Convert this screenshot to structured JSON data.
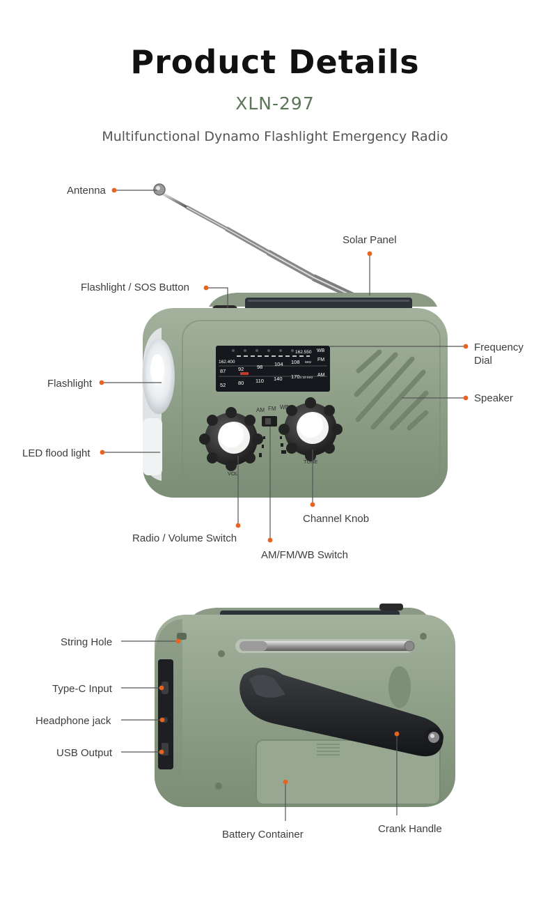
{
  "header": {
    "title": "Product Details",
    "model": "XLN-297",
    "subtitle": "Multifunctional Dynamo Flashlight Emergency Radio"
  },
  "colors": {
    "accent": "#e8641e",
    "body_green": "#8c9d86",
    "model_text": "#5a7657",
    "leader": "#555555"
  },
  "front_view": {
    "dial": {
      "row1": [
        "162.400",
        "162.550",
        "WB"
      ],
      "row2": [
        "87",
        "92",
        "98",
        "104",
        "108",
        "MHz",
        "FM"
      ],
      "row3": [
        "52",
        "80",
        "110",
        "140",
        "170",
        "x 10",
        "KHz",
        "AM"
      ]
    },
    "band_labels": [
      "AM",
      "FM",
      "WB"
    ],
    "knob_left_label": "VOL",
    "knob_right_label": "TUNE",
    "callouts": {
      "antenna": "Antenna",
      "solar_panel": "Solar Panel",
      "sos_button": "Flashlight / SOS Button",
      "frequency_dial_line1": "Frequency",
      "frequency_dial_line2": "Dial",
      "flashlight": "Flashlight",
      "speaker": "Speaker",
      "led_flood": "LED flood light",
      "channel_knob": "Channel Knob",
      "volume_switch": "Radio / Volume Switch",
      "band_switch": "AM/FM/WB Switch"
    }
  },
  "back_view": {
    "callouts": {
      "string_hole": "String Hole",
      "type_c": "Type-C Input",
      "headphone": "Headphone jack",
      "usb_output": "USB Output",
      "battery": "Battery Container",
      "crank": "Crank Handle"
    }
  }
}
